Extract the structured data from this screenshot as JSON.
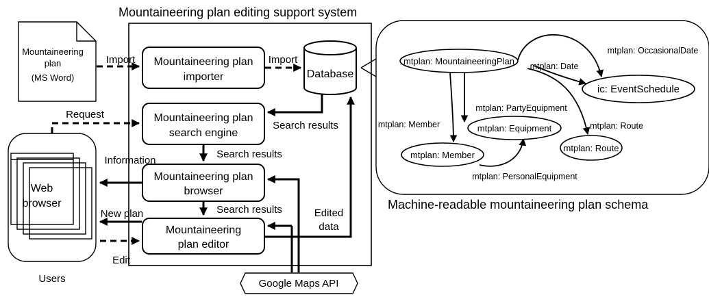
{
  "system": {
    "title": "Mountaineering plan editing support system",
    "importer": [
      "Mountaineering plan",
      "importer"
    ],
    "search_engine": [
      "Mountaineering plan",
      "search engine"
    ],
    "browser_module": [
      "Mountaineering plan",
      "browser"
    ],
    "editor": [
      "Mountaineering",
      "plan editor"
    ],
    "database": "Database"
  },
  "document": {
    "lines": [
      "Mountaineering",
      "plan",
      "(MS Word)"
    ]
  },
  "users": {
    "web_browser": [
      "Web",
      "browser"
    ],
    "label": "Users"
  },
  "external": {
    "google_maps": "Google Maps API"
  },
  "flows": {
    "import_1": "Import",
    "import_2": "Import",
    "request": "Request",
    "search_results_db": "Search results",
    "search_results_engine": "Search results",
    "search_results_browser": "Search results",
    "information": "Information",
    "new_plan": "New plan",
    "edit": "Edit",
    "edited_data": [
      "Edited",
      "data"
    ]
  },
  "schema": {
    "caption": "Machine-readable mountaineering plan schema",
    "nodes": {
      "mountaineering_plan": "mtplan: MountaineeringPlan",
      "event_schedule": "ic: EventSchedule",
      "equipment": "mtplan: Equipment",
      "member": "mtplan: Member",
      "route": "mtplan: Route"
    },
    "edges": {
      "date": "mtplan: Date",
      "occasional_date": "mtplan: OccasionalDate",
      "party_equipment": "mtplan: PartyEquipment",
      "member": "mtplan: Member",
      "route": "mtplan: Route",
      "personal_equipment": "mtplan: PersonalEquipment"
    }
  }
}
